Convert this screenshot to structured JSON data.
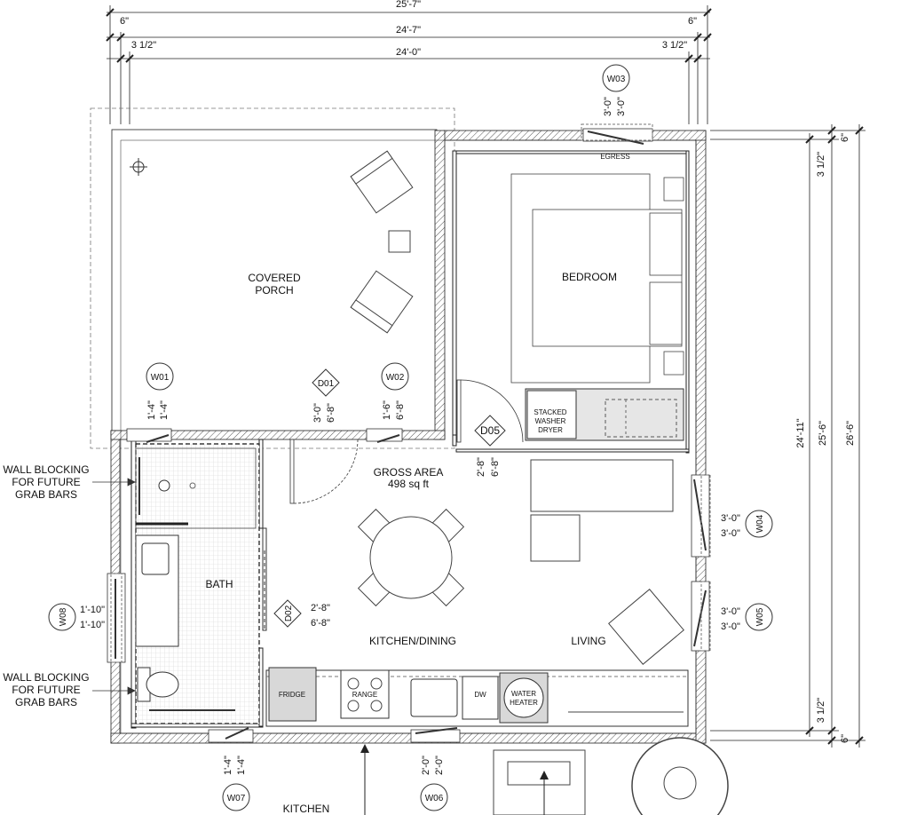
{
  "rooms": {
    "porch": [
      "COVERED",
      "PORCH"
    ],
    "bedroom": "BEDROOM",
    "bath": "BATH",
    "kitchen_dining": "KITCHEN/DINING",
    "living": "LIVING",
    "gross_area": [
      "GROSS AREA",
      "498 sq ft"
    ]
  },
  "top_dimensions": {
    "overall": "25'-7\"",
    "wall_left": "6\"",
    "wall_right": "6\"",
    "middle": "24'-7\"",
    "sheath_left": "3 1/2\"",
    "sheath_right": "3 1/2\"",
    "inner": "24'-0\""
  },
  "right_dimensions": {
    "top_wall": "6\"",
    "top_sheath": "3 1/2\"",
    "inner": "24'-11\"",
    "middle": "25'-6\"",
    "overall": "26'-6\"",
    "bottom_sheath": "3 1/2\"",
    "bottom_wall": "6\""
  },
  "windows": [
    {
      "tag": "W01",
      "w": "1'-4\"",
      "h": "1'-4\""
    },
    {
      "tag": "W02",
      "w": "1'-6\"",
      "h": "6'-8\""
    },
    {
      "tag": "W03",
      "w": "3'-0\"",
      "h": "3'-0\""
    },
    {
      "tag": "W04",
      "w": "3'-0\"",
      "h": "3'-0\""
    },
    {
      "tag": "W05",
      "w": "3'-0\"",
      "h": "3'-0\""
    },
    {
      "tag": "W06",
      "w": "2'-0\"",
      "h": "2'-0\""
    },
    {
      "tag": "W07",
      "w": "1'-4\"",
      "h": "1'-4\""
    },
    {
      "tag": "W08",
      "w": "1'-10\"",
      "h": "1'-10\""
    }
  ],
  "doors": [
    {
      "tag": "D01",
      "w": "3'-0\"",
      "h": "6'-8\""
    },
    {
      "tag": "D02",
      "w": "2'-8\"",
      "h": "6'-8\""
    },
    {
      "tag": "D05",
      "w": "2'-8\"",
      "h": "6'-8\""
    }
  ],
  "fixtures": {
    "egress": "EGRESS",
    "washer": [
      "STACKED",
      "WASHER",
      "DRYER"
    ],
    "fridge": "FRIDGE",
    "range": "RANGE",
    "dw": "DW",
    "water_heater": [
      "WATER",
      "HEATER"
    ]
  },
  "notes": {
    "blocking_top": [
      "WALL BLOCKING",
      "FOR FUTURE",
      "GRAB BARS"
    ],
    "blocking_bottom": [
      "WALL BLOCKING",
      "FOR FUTURE",
      "GRAB BARS"
    ],
    "kitchen_below": "KITCHEN"
  }
}
